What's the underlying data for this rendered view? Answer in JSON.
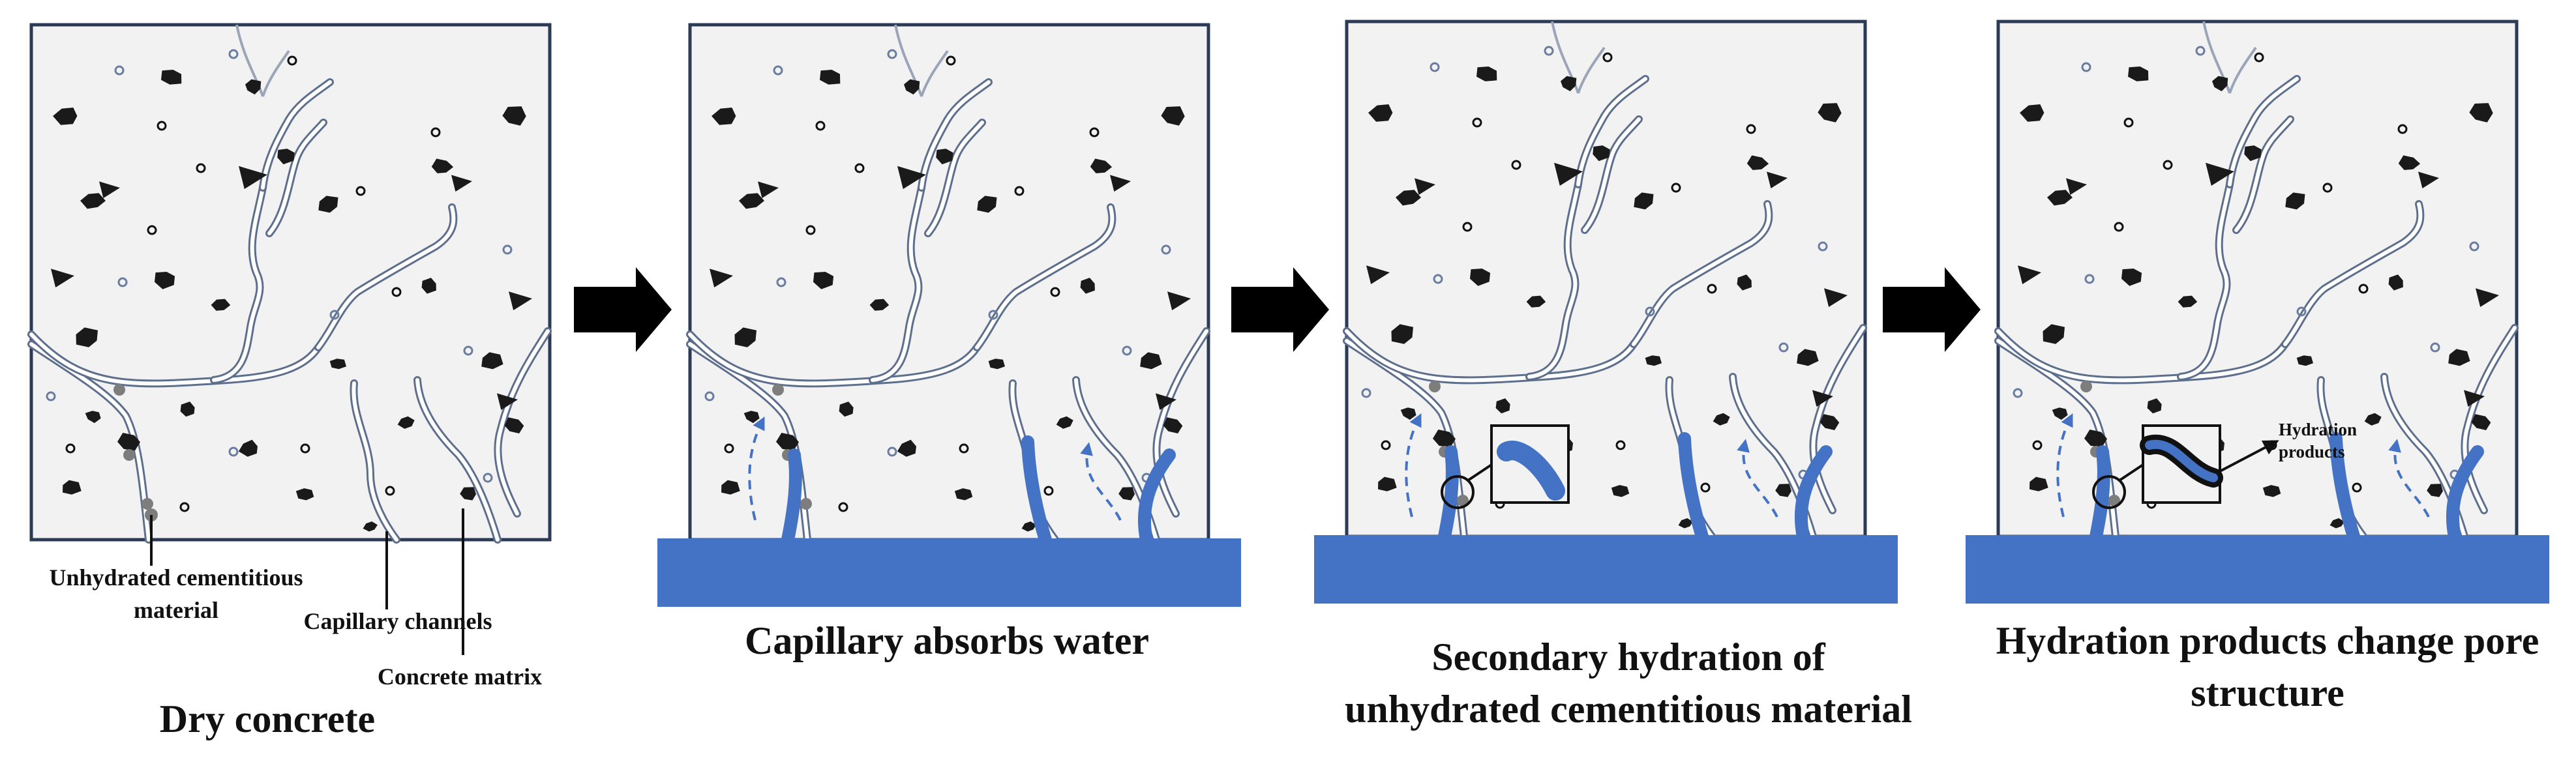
{
  "panels": [
    {
      "caption": [
        "Dry concrete"
      ],
      "labels": {
        "unhydrated": [
          "Unhydrated cementitious",
          "material"
        ],
        "capillary": "Capillary channels",
        "matrix": "Concrete matrix"
      }
    },
    {
      "caption": [
        "Capillary absorbs water"
      ]
    },
    {
      "caption": [
        "Secondary hydration of",
        "unhydrated cementitious material"
      ]
    },
    {
      "caption": [
        "Hydration products change pore",
        "structure"
      ],
      "inset_label": [
        "Hydration",
        "products"
      ]
    }
  ],
  "colors": {
    "panel_fill": "#f2f2f2",
    "panel_border": "#2b3a55",
    "water": "#4472c4",
    "pore": "#5d6f8c",
    "aggregate": "#1a1a1a",
    "arrow": "#000000"
  }
}
